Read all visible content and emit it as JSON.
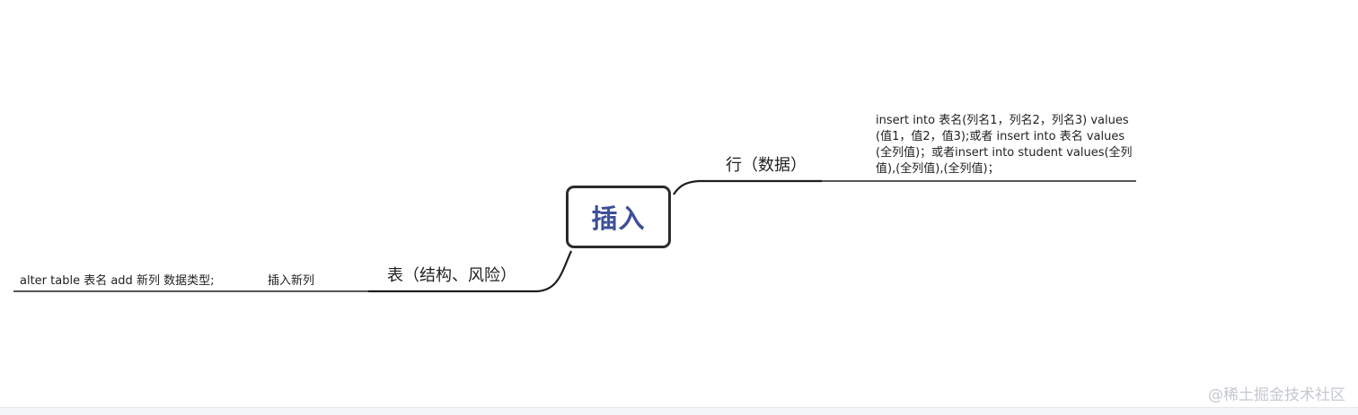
{
  "mindmap": {
    "root": {
      "label": "插入",
      "color": "#3d4f97"
    },
    "branches": {
      "rows": {
        "label": "行（数据）",
        "detail": "insert into 表名(列名1，列名2，列名3) values(值1，值2，值3);或者 insert into 表名 values(全列值)；或者insert into student values(全列值),(全列值),(全列值)；"
      },
      "table": {
        "label": "表（结构、风险）",
        "child": {
          "label": "插入新列",
          "detail": "alter table 表名 add 新列 数据类型;"
        }
      }
    },
    "line_color": "#1f1f1f"
  },
  "watermark": "@稀土掘金技术社区"
}
